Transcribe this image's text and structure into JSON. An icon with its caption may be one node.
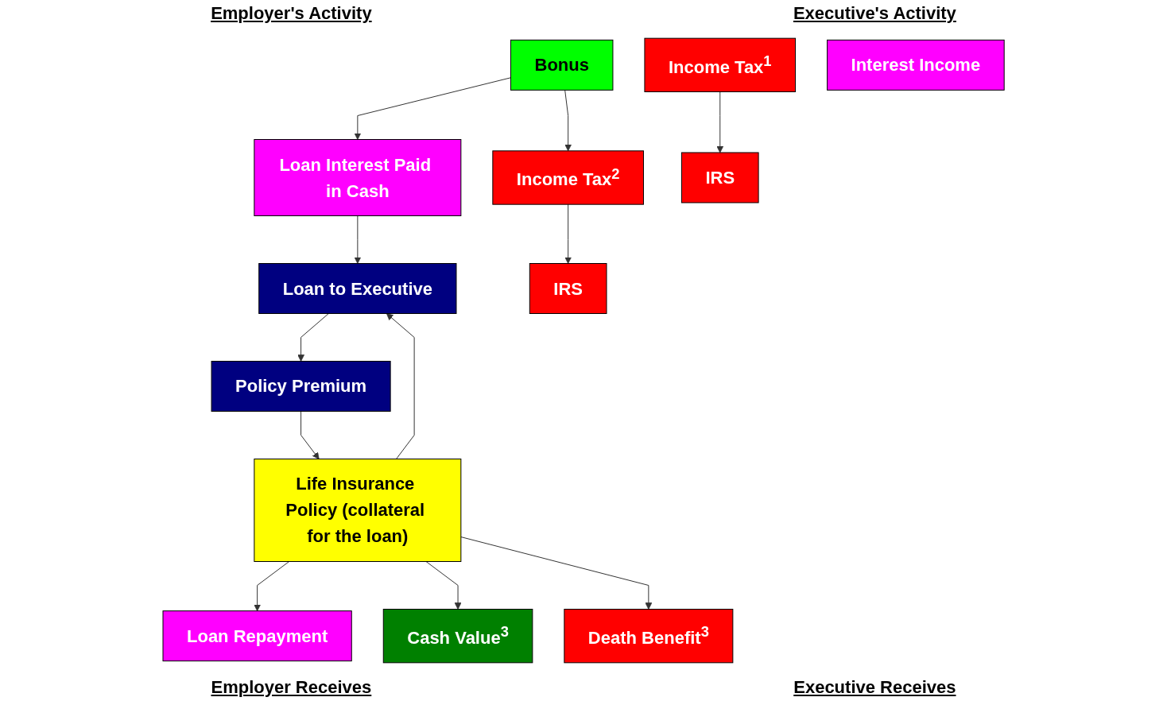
{
  "diagram": {
    "nodes": [
      {
        "text": [
          "Income Tax$^{1}$"
        ]
      },
      {
        "text": [
          "Loan to Executive"
        ]
      },
      {
        "text": [
          "Bonus"
        ]
      },
      {
        "text": [
          "Loan Interest Paid in Cash"
        ]
      },
      {
        "text": [
          "Policy Premium"
        ]
      },
      {
        "text": [
          "Income Tax$^{2}$"
        ]
      },
      {
        "text": [
          "IRS"
        ]
      },
      {
        "text": [
          "IRS"
        ]
      },
      {
        "text": [
          "Life Insurance Policy (collateral for the loan)"
        ]
      },
      {
        "text": [
          "Interest Income"
        ]
      },
      {
        "text": [
          "Loan Repayment"
        ]
      },
      {
        "text": [
          "Cash Value$^{3}$"
        ]
      },
      {
        "text": [
          "Death Benefit$^{3}$"
        ]
      }
    ],
    "edges": [
      {
        "from": 0,
        "to": 6,
        "arrow": "to"
      },
      {
        "from": 2,
        "to": 3,
        "arrow": "to"
      },
      {
        "from": 2,
        "to": 5,
        "arrow": "to"
      },
      {
        "from": 3,
        "to": 1,
        "arrow": "to"
      },
      {
        "from": 1,
        "to": 4,
        "arrow": "to"
      },
      {
        "from": 4,
        "to": 8,
        "arrow": "to"
      },
      {
        "from": 8,
        "to": 1,
        "arrow": "to"
      },
      {
        "from": 5,
        "to": 7,
        "arrow": "to"
      },
      {
        "from": 8,
        "to": 10,
        "arrow": "to"
      },
      {
        "from": 8,
        "to": 11,
        "arrow": "to"
      },
      {
        "from": 8,
        "to": 12,
        "arrow": "to"
      }
    ],
    "labels": [
      "Employer's Activity",
      "Executive's Activity",
      "Employer Receives",
      "Executive Receives"
    ]
  }
}
